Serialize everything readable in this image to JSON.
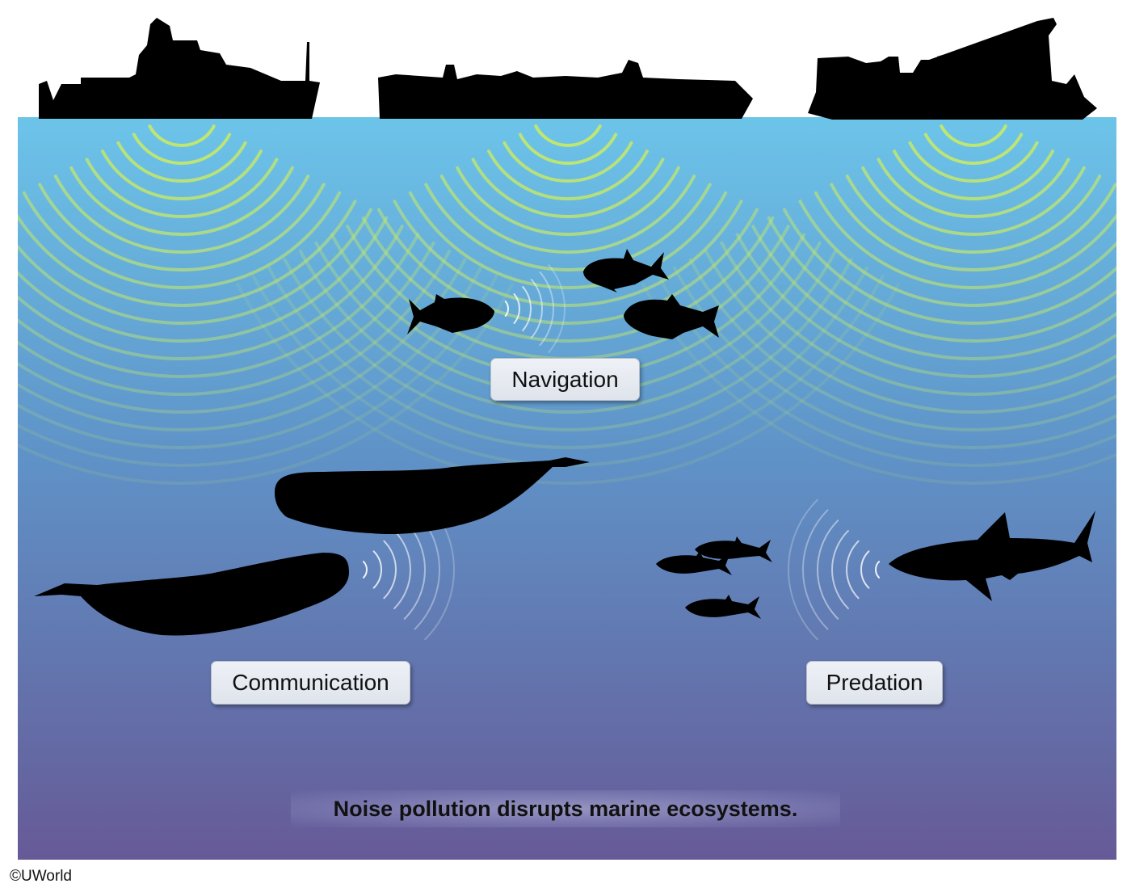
{
  "labels": {
    "navigation": "Navigation",
    "communication": "Communication",
    "predation": "Predation"
  },
  "caption": "Noise pollution disrupts marine ecosystems.",
  "copyright": "©UWorld",
  "colors": {
    "water_top": "#6cc4e9",
    "water_mid": "#5f93c8",
    "water_bottom": "#665a97",
    "sound_wave": "#c4e86a",
    "animal_wave": "#ffffff",
    "silhouette": "#000000"
  }
}
